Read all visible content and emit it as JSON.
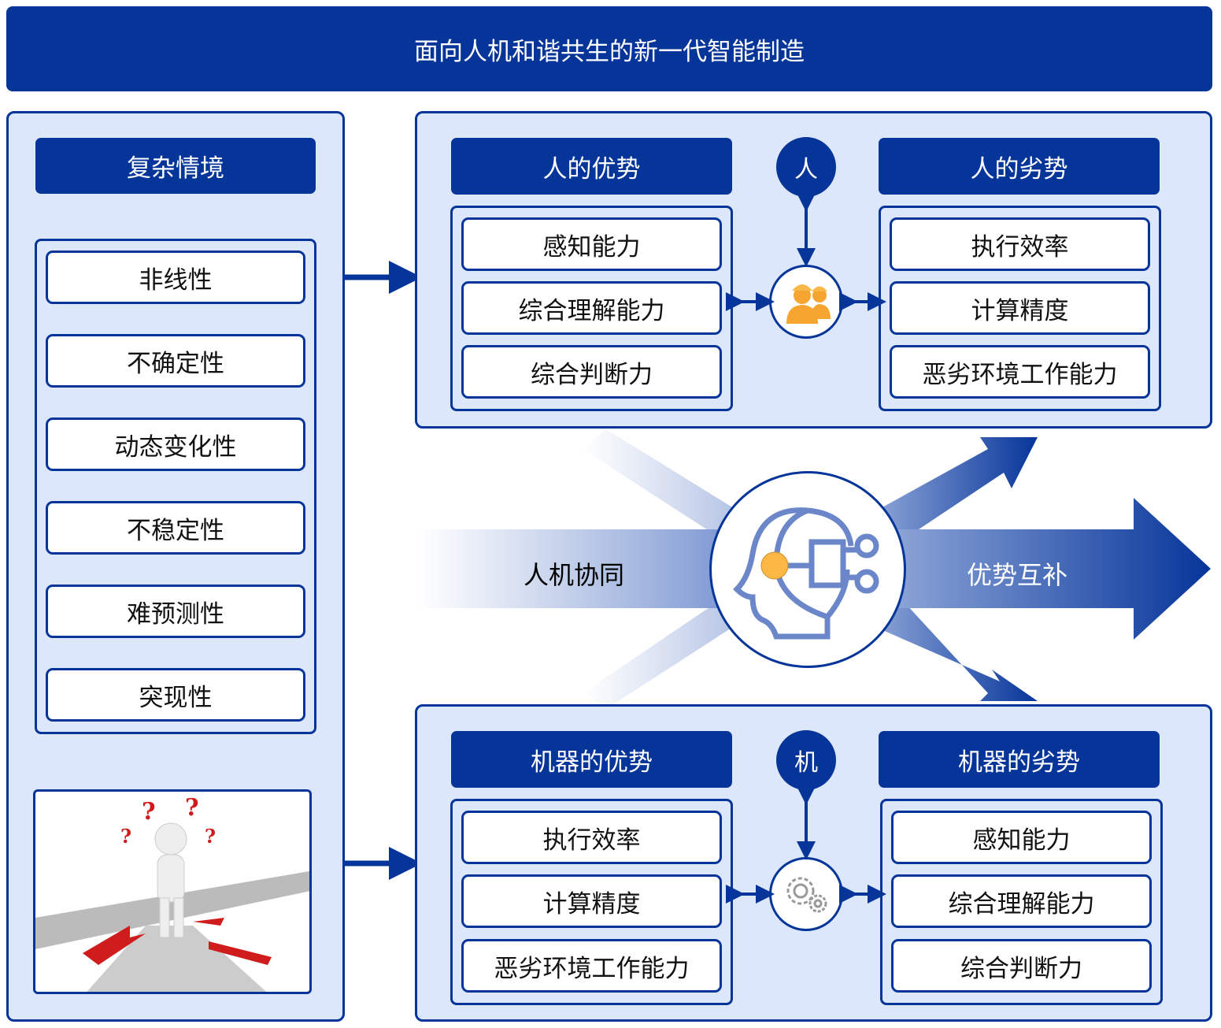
{
  "title": "面向人机和谐共生的新一代智能制造",
  "left": {
    "header": "复杂情境",
    "items": [
      "非线性",
      "不确定性",
      "动态变化性",
      "不稳定性",
      "难预测性",
      "突现性"
    ]
  },
  "human": {
    "badge": "人",
    "adv_header": "人的优势",
    "adv": [
      "感知能力",
      "综合理解能力",
      "综合判断力"
    ],
    "dis_header": "人的劣势",
    "dis": [
      "执行效率",
      "计算精度",
      "恶劣环境工作能力"
    ]
  },
  "machine": {
    "badge": "机",
    "adv_header": "机器的优势",
    "adv": [
      "执行效率",
      "计算精度",
      "恶劣环境工作能力"
    ],
    "dis_header": "机器的劣势",
    "dis": [
      "感知能力",
      "综合理解能力",
      "综合判断力"
    ]
  },
  "center": {
    "left_label": "人机协同",
    "right_label": "优势互补"
  },
  "colors": {
    "primary": "#06359a",
    "panel": "#dde7fb",
    "accent": "#f7a531"
  }
}
